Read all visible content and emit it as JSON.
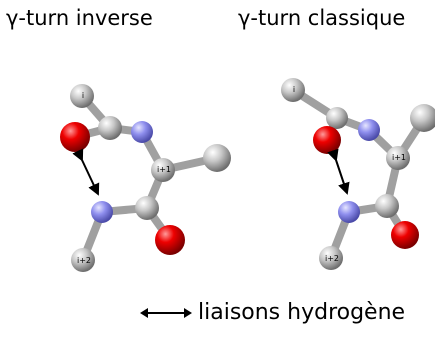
{
  "titles": {
    "left": "γ-turn inverse",
    "right": "γ-turn classique"
  },
  "legend": {
    "label": "liaisons hydrogène"
  },
  "molecules": {
    "left": {
      "labels": {
        "i": "i",
        "i1": "i+1",
        "i2": "i+2"
      }
    },
    "right": {
      "labels": {
        "i": "i",
        "i1": "i+1",
        "i2": "i+2"
      }
    }
  },
  "colors": {
    "carbon": "#b8b8b8",
    "nitrogen": "#8a8ae6",
    "oxygen": "#e00000",
    "bond": "#9a9a9a",
    "arrow": "#000000"
  }
}
